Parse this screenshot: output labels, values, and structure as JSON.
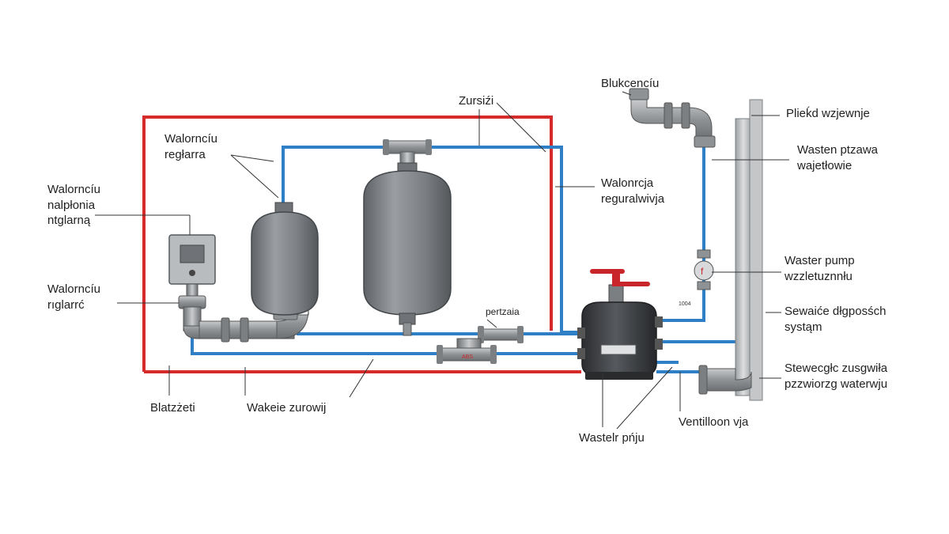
{
  "labels": {
    "top_left_tank": [
      "Walorncíu",
      "regłarra"
    ],
    "left_controller": [
      "Walorncíu",
      "nalpłonia",
      "ntglarną"
    ],
    "left_pump": [
      "Walorncíu",
      "rıglarrć"
    ],
    "bottom_left_a": "Blatzżeti",
    "bottom_left_b": "Wakeie zurowij",
    "top_middle": "Zursiźi",
    "right_of_tanks": [
      "Walonrcja",
      "reguralwivja"
    ],
    "small_valve": "pertzaia",
    "top_right_pipe": "Blukcencíu",
    "right_1": "Plieḱd wzjewnje",
    "right_2": [
      "Wasten ptzawa",
      "wajetłowie"
    ],
    "right_3": [
      "Waster pump",
      "wzzletuznnłu"
    ],
    "right_4": [
      "Sewaiće dłgposśch",
      "systąm"
    ],
    "right_5": [
      "Stewecgłc zusgwiła",
      "pzzwiorzg waterwju"
    ],
    "bottom_mid": "Wastelr pńju",
    "bottom_right": "Ventilloon vja",
    "tiny_tag": "1004",
    "valve_tag": "ABS"
  },
  "colors": {
    "hot_pipe": "#d62b2b",
    "cold_pipe": "#2f7fc7",
    "fitting": "#9a9c9f",
    "tank": "#7d8184",
    "pump": "#3b3d40",
    "valve_handle": "#c8262a"
  }
}
